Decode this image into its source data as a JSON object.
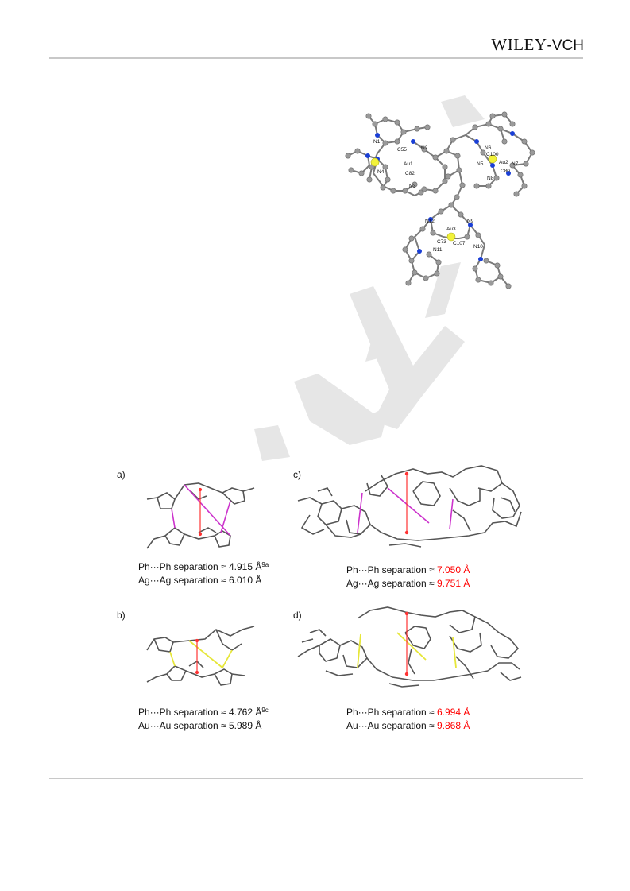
{
  "header": {
    "publisher_main": "WILEY",
    "publisher_sub": "-VCH"
  },
  "crystal_structure": {
    "atom_labels": [
      "N1",
      "N2",
      "C55",
      "Au1",
      "N4",
      "C82",
      "N3",
      "N6",
      "C100",
      "Au2",
      "N5",
      "N7",
      "C80",
      "N8",
      "N12",
      "N9",
      "Au3",
      "C73",
      "C107",
      "N11",
      "N10"
    ],
    "colors": {
      "gold": "#f2f23a",
      "nitrogen": "#1a3fd6",
      "carbon": "#8a8a8a"
    }
  },
  "panels": {
    "a": {
      "label": "a)",
      "line1_prefix": "Ph···Ph separation ≈ ",
      "line1_value": "4.915 Å",
      "line1_ref": "9a",
      "line2_prefix": "Ag···Ag separation ≈ ",
      "line2_value": "6.010 Å"
    },
    "b": {
      "label": "b)",
      "line1_prefix": "Ph···Ph separation ≈ ",
      "line1_value": "4.762 Å",
      "line1_ref": "9c",
      "line2_prefix": "Au···Au separation ≈ ",
      "line2_value": "5.989 Å"
    },
    "c": {
      "label": "c)",
      "line1_prefix": "Ph···Ph separation ≈ ",
      "line1_value": "7.050 Å",
      "line2_prefix": "Ag···Ag separation ≈ ",
      "line2_value": "9.751 Å"
    },
    "d": {
      "label": "d)",
      "line1_prefix": "Ph···Ph separation ≈ ",
      "line1_value": "6.994 Å",
      "line2_prefix": "Au···Au separation ≈ ",
      "line2_value": "9.868 Å"
    }
  },
  "colors": {
    "highlight_value": "#ff0000",
    "bond_ag": "#cc33cc",
    "bond_au": "#e6e63a",
    "distance_marker": "#ff3333"
  }
}
